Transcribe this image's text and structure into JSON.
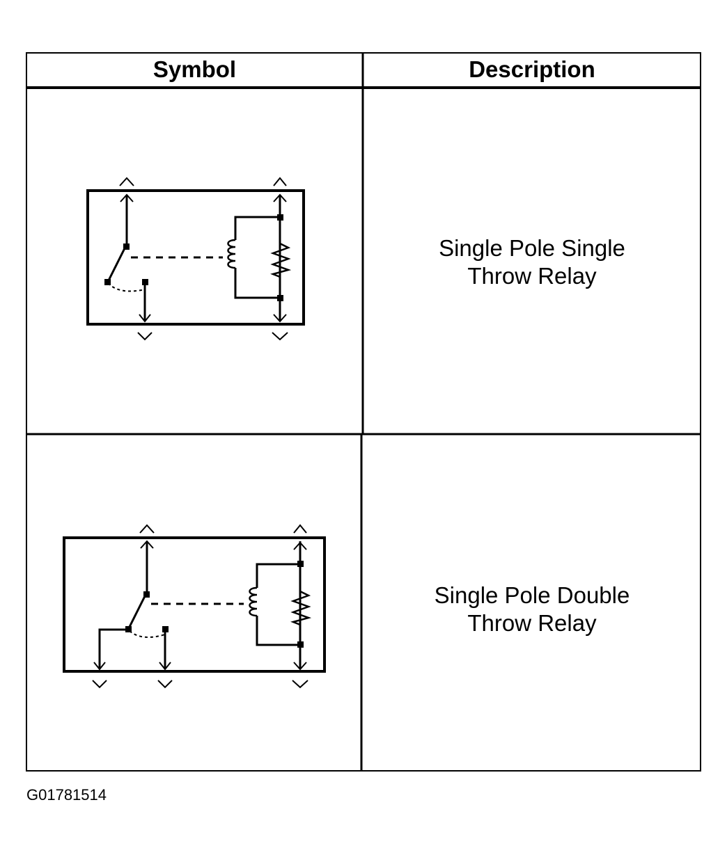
{
  "table": {
    "headers": {
      "symbol": "Symbol",
      "description": "Description"
    },
    "rows": [
      {
        "symbol_icon": "spst-relay-symbol-icon",
        "description_line1": "Single Pole Single",
        "description_line2": "Throw Relay"
      },
      {
        "symbol_icon": "spdt-relay-symbol-icon",
        "description_line1": "Single Pole Double",
        "description_line2": "Throw Relay"
      }
    ]
  },
  "figure_id": "G01781514",
  "colors": {
    "line": "#000000",
    "background": "#ffffff"
  }
}
